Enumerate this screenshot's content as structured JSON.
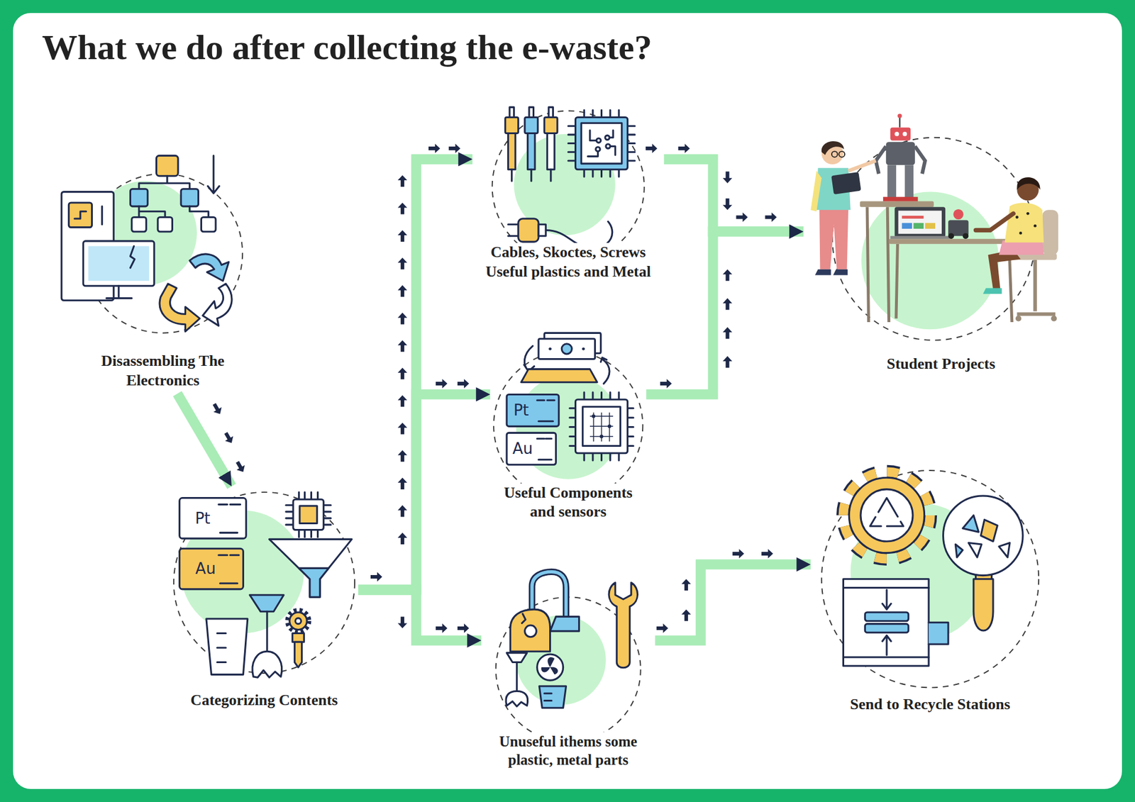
{
  "diagram": {
    "title": "What we do after collecting the e-waste?",
    "nodes": [
      {
        "text": [
          "Disassembling The Electronics"
        ]
      },
      {
        "text": [
          "Categorizing Contents"
        ]
      },
      {
        "text": [
          "Cables, Skoctes, Screws Useful plastics and Metal"
        ]
      },
      {
        "text": [
          "Useful Components and sensors"
        ]
      },
      {
        "text": [
          "Unuseful ithems some plastic, metal parts"
        ]
      },
      {
        "text": [
          "Student Projects"
        ]
      },
      {
        "text": [
          "Send to Recycle Stations"
        ]
      }
    ],
    "edges": [
      {
        "from": 0,
        "to": 1,
        "arrow": "to"
      },
      {
        "from": 1,
        "to": 2,
        "arrow": "to"
      },
      {
        "from": 1,
        "to": 3,
        "arrow": "to"
      },
      {
        "from": 1,
        "to": 4,
        "arrow": "to"
      },
      {
        "from": 2,
        "to": 5,
        "arrow": "to"
      },
      {
        "from": 3,
        "to": 5,
        "arrow": "to"
      },
      {
        "from": 4,
        "to": 6,
        "arrow": "to"
      }
    ],
    "labels": [
      "Pt",
      "Au",
      "Pt",
      "Au"
    ]
  }
}
